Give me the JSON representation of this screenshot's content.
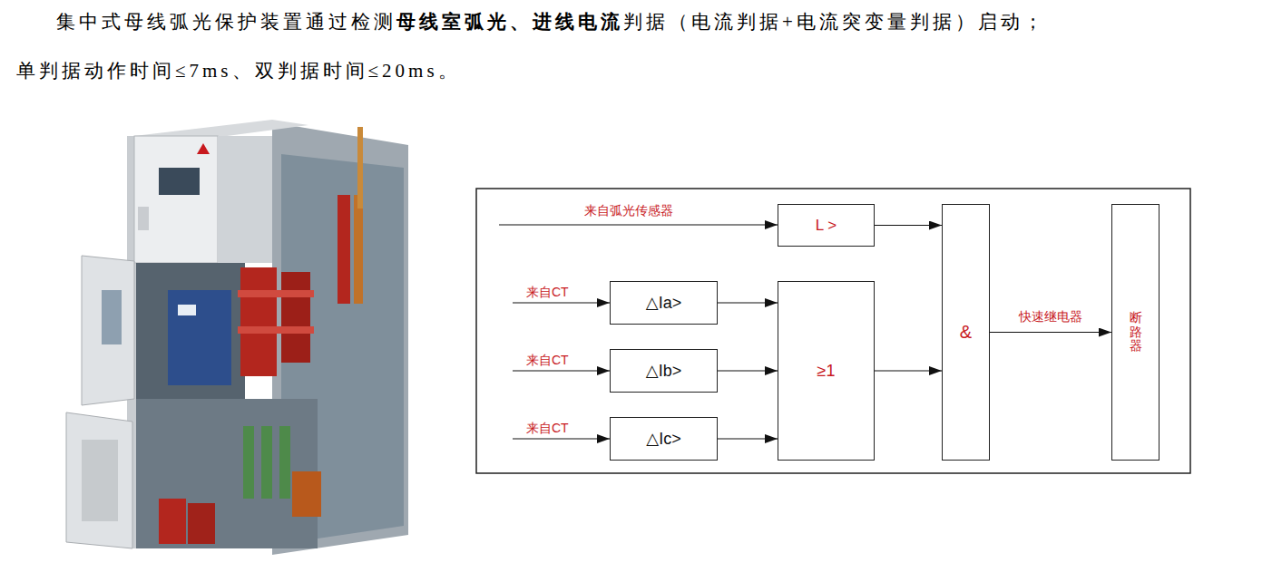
{
  "diagram": {
    "nodes": [
      {
        "text": [
          "L >"
        ]
      },
      {
        "text": [
          "△Ia>"
        ]
      },
      {
        "text": [
          "△Ib>"
        ]
      },
      {
        "text": [
          "△Ic>"
        ]
      },
      {
        "text": [
          "≥1"
        ]
      },
      {
        "text": [
          "&"
        ]
      },
      {
        "text": [
          "断路器"
        ]
      }
    ],
    "edges": [
      {
        "from": 0,
        "to": 5,
        "arrow": "to"
      },
      {
        "from": 1,
        "to": 4,
        "arrow": "to"
      },
      {
        "from": 2,
        "to": 4,
        "arrow": "to"
      },
      {
        "from": 3,
        "to": 4,
        "arrow": "to"
      },
      {
        "from": 4,
        "to": 5,
        "arrow": "to"
      },
      {
        "from": 5,
        "to": 6,
        "arrow": "to",
        "label": "快速继电器"
      }
    ],
    "labels": [
      "集中式母线弧光保护装置通过检测",
      "母线室弧光、进线电流",
      "判据（电流判据+电流突变量判据）启动；",
      "单判据动作时间≤7ms、双判据时间≤20ms。",
      "来自弧光传感器",
      "来自CT",
      "来自CT",
      "来自CT"
    ]
  }
}
